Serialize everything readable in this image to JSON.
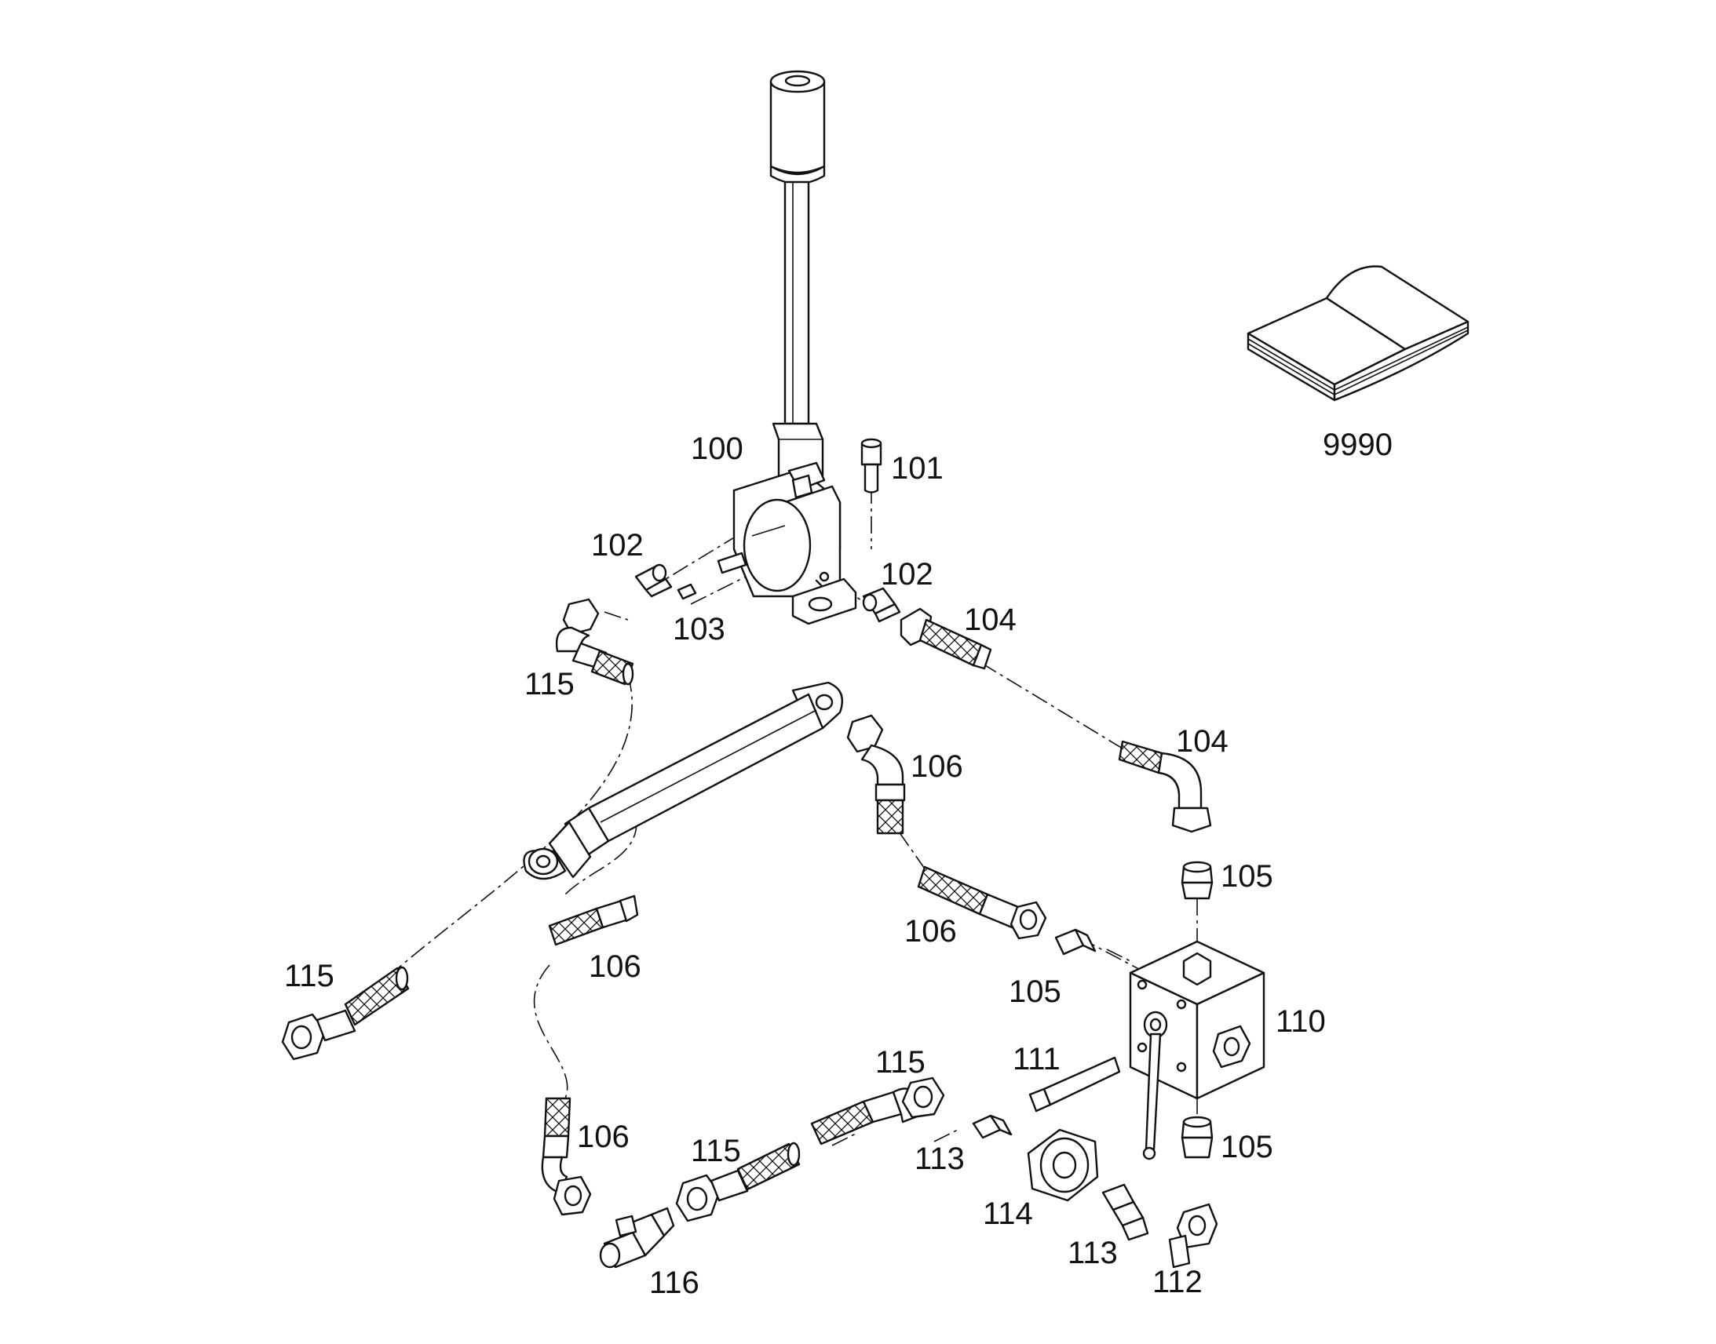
{
  "diagram": {
    "labels": {
      "l100": "100",
      "l101": "101",
      "l102a": "102",
      "l102b": "102",
      "l103": "103",
      "l104a": "104",
      "l104b": "104",
      "l105a": "105",
      "l105b": "105",
      "l105c": "105",
      "l106a": "106",
      "l106b": "106",
      "l106c": "106",
      "l106d": "106",
      "l110": "110",
      "l111": "111",
      "l112": "112",
      "l113a": "113",
      "l113b": "113",
      "l114": "114",
      "l115a": "115",
      "l115b": "115",
      "l115c": "115",
      "l115d": "115",
      "l116": "116",
      "l9990": "9990"
    },
    "colors": {
      "line": "#111111",
      "background": "#ffffff"
    }
  }
}
